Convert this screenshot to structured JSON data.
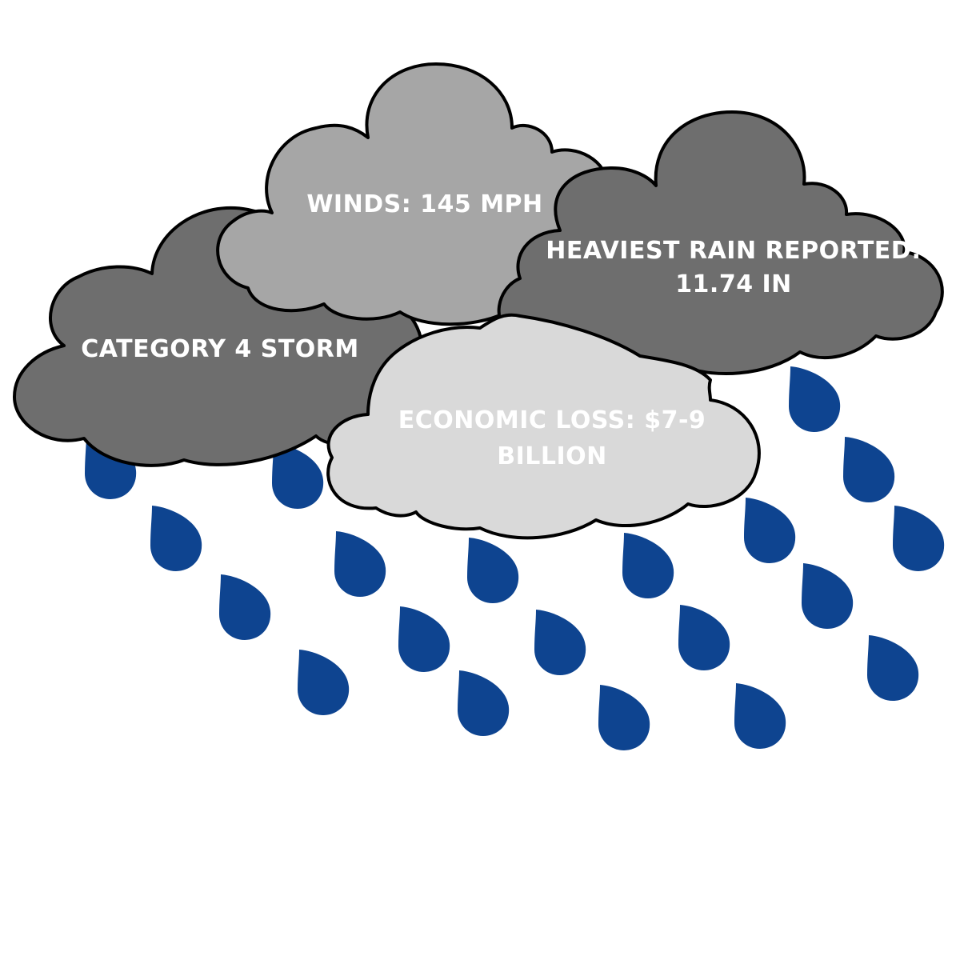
{
  "clouds": {
    "category": {
      "label": "Category 4 Storm",
      "fill": "#6e6e6e",
      "text_color": "#ffffff"
    },
    "winds": {
      "label": "Winds: 145 mph",
      "fill": "#a6a6a6",
      "text_color": "#ffffff"
    },
    "rain": {
      "line1": "Heaviest rain reported:",
      "line2": "11.74 in",
      "fill": "#6e6e6e",
      "text_color": "#ffffff"
    },
    "economic": {
      "line1": "Economic loss: $7-9",
      "line2": "billion",
      "fill": "#d9d9d9",
      "text_color": "#ffffff"
    }
  },
  "raindrop_color": "#0e4490",
  "outline_color": "#000000"
}
